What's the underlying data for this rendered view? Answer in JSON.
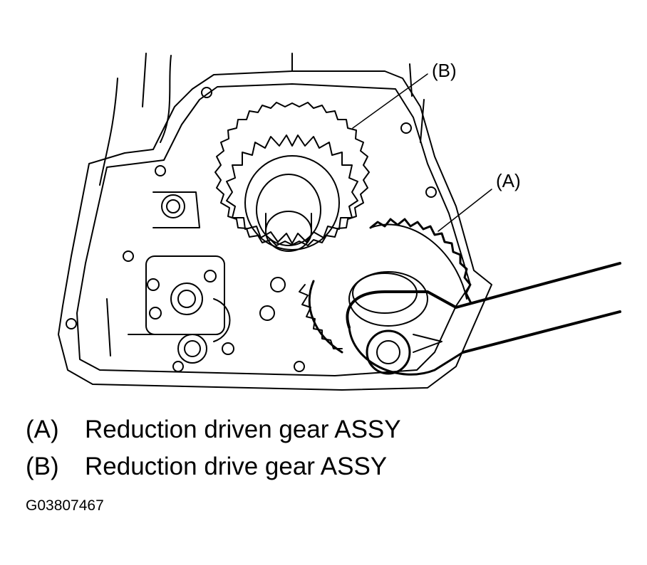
{
  "callouts": {
    "a": "(A)",
    "b": "(B)"
  },
  "legend": [
    {
      "key": "(A)",
      "text": "Reduction driven gear ASSY"
    },
    {
      "key": "(B)",
      "text": "Reduction drive gear ASSY"
    }
  ],
  "figure_id": "G03807467",
  "colors": {
    "line": "#000000",
    "background": "#ffffff"
  }
}
